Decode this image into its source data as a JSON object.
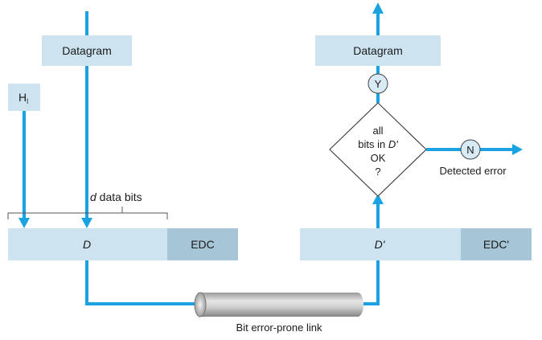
{
  "sender": {
    "datagram_label": "Datagram",
    "header_label_main": "H",
    "header_label_sub": "l",
    "data_bits_prefix": "d",
    "data_bits_text": " data bits",
    "data_field_label": "D",
    "edc_label": "EDC"
  },
  "receiver": {
    "datagram_label": "Datagram",
    "data_field_label": "D'",
    "edc_label": "EDC'",
    "decision_line1": "all",
    "decision_line2_prefix": "bits in ",
    "decision_line2_var": "D'",
    "decision_line3": "OK",
    "decision_line4": "?",
    "yes_label": "Y",
    "no_label": "N",
    "error_label": "Detected error"
  },
  "link": {
    "label": "Bit error-prone link"
  },
  "colors": {
    "arrow": "#1aa3e0",
    "light_box": "#cde4f0",
    "dark_box": "#a6c5d6",
    "diamond_stroke": "#444444",
    "circle_fill": "#d8ebf5"
  }
}
